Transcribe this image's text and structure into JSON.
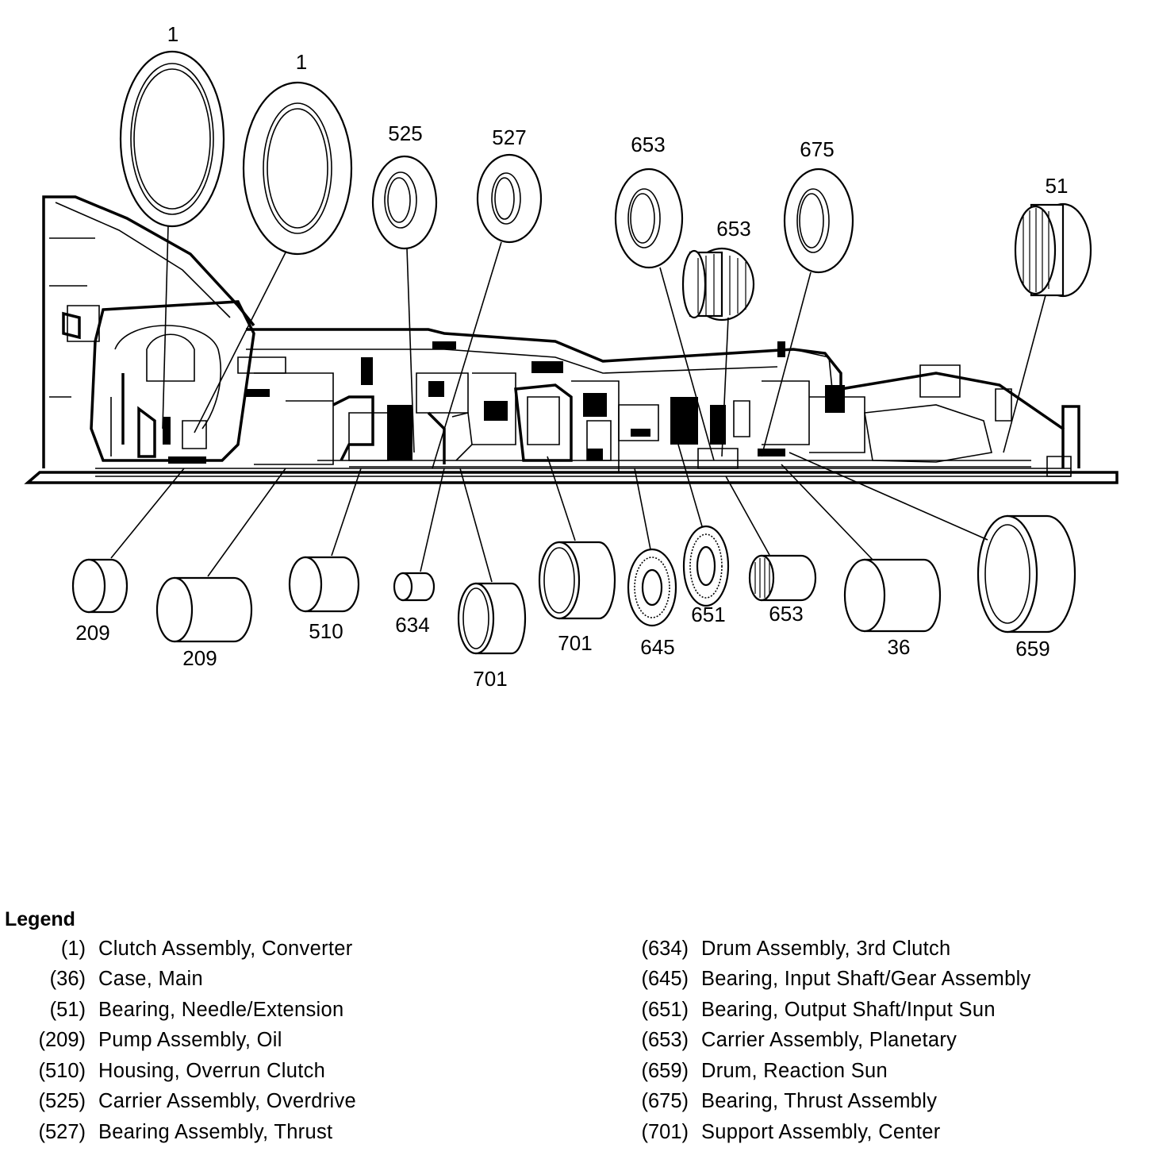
{
  "callouts": {
    "c1a": "1",
    "c1b": "1",
    "c525": "525",
    "c527": "527",
    "c653a": "653",
    "c675": "675",
    "c51": "51",
    "c653b": "653",
    "c209a": "209",
    "c209b": "209",
    "c510": "510",
    "c634": "634",
    "c701a": "701",
    "c701b": "701",
    "c645": "645",
    "c651": "651",
    "c653c": "653",
    "c36": "36",
    "c659": "659"
  },
  "legend": {
    "title": "Legend",
    "left": [
      {
        "num": "(1)",
        "desc": "Clutch Assembly, Converter"
      },
      {
        "num": "(36)",
        "desc": "Case, Main"
      },
      {
        "num": "(51)",
        "desc": "Bearing, Needle/Extension"
      },
      {
        "num": "(209)",
        "desc": "Pump Assembly, Oil"
      },
      {
        "num": "(510)",
        "desc": "Housing, Overrun Clutch"
      },
      {
        "num": "(525)",
        "desc": "Carrier Assembly, Overdrive"
      },
      {
        "num": "(527)",
        "desc": "Bearing Assembly, Thrust"
      }
    ],
    "right": [
      {
        "num": "(634)",
        "desc": "Drum Assembly, 3rd Clutch"
      },
      {
        "num": "(645)",
        "desc": "Bearing, Input Shaft/Gear Assembly"
      },
      {
        "num": "(651)",
        "desc": "Bearing, Output Shaft/Input Sun"
      },
      {
        "num": "(653)",
        "desc": "Carrier Assembly, Planetary"
      },
      {
        "num": "(659)",
        "desc": "Drum, Reaction Sun"
      },
      {
        "num": "(675)",
        "desc": "Bearing, Thrust Assembly"
      },
      {
        "num": "(701)",
        "desc": "Support Assembly, Center"
      }
    ]
  }
}
